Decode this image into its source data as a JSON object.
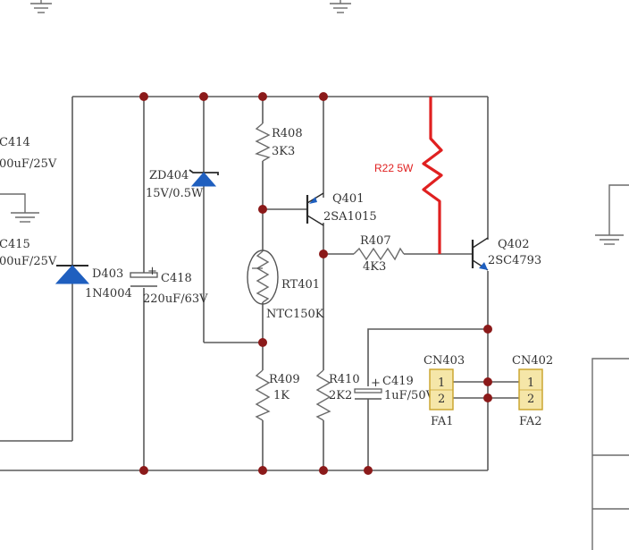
{
  "colors": {
    "wire": "#5a5a5a",
    "junction": "#8b1a1a",
    "diode_fill": "#1f5fbf",
    "modification": "#e02020",
    "connector_fill": "#f5e6a8",
    "connector_stroke": "#c9a227"
  },
  "components": {
    "c414": {
      "ref": "C414",
      "value": "00uF/25V"
    },
    "c415": {
      "ref": "C415",
      "value": "00uF/25V"
    },
    "d403": {
      "ref": "D403",
      "value": "1N4004"
    },
    "c418": {
      "ref": "C418",
      "value": "220uF/63V",
      "polarity": "+"
    },
    "zd404": {
      "ref": "ZD404",
      "value": "15V/0.5W"
    },
    "r408": {
      "ref": "R408",
      "value": "3K3"
    },
    "q401": {
      "ref": "Q401",
      "value": "2SA1015"
    },
    "rt401": {
      "ref": "RT401",
      "value": "NTC150K"
    },
    "r409": {
      "ref": "R409",
      "value": "1K"
    },
    "r410": {
      "ref": "R410",
      "value": "2K2"
    },
    "c419": {
      "ref": "C419",
      "value": "1uF/50V",
      "polarity": "+"
    },
    "r407": {
      "ref": "R407",
      "value": "4K3"
    },
    "q402": {
      "ref": "Q402",
      "value": "2SC4793"
    },
    "r22": {
      "label": "R22 5W"
    },
    "cn403": {
      "ref": "CN403",
      "pins": [
        "1",
        "2"
      ],
      "name": "FA1"
    },
    "cn402": {
      "ref": "CN402",
      "pins": [
        "1",
        "2"
      ],
      "name": "FA2"
    }
  }
}
